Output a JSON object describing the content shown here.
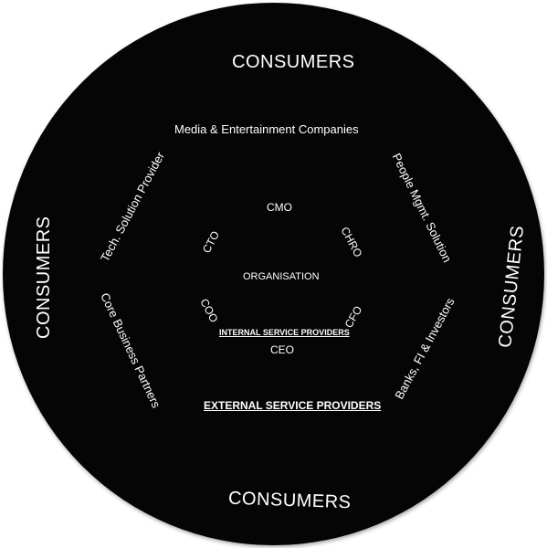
{
  "diagram": {
    "outer": {
      "top": "CONSUMERS",
      "bottom": "CONSUMERS",
      "left": "CONSUMERS",
      "right": "CONSUMERS"
    },
    "external_ring": {
      "top": "Media & Entertainment Companies",
      "upper_left": "Tech. Solution Provider",
      "lower_left": "Core Business Partners",
      "upper_right": "People Mgmt. Solution",
      "lower_right": "Banks, FI & Investors",
      "title": "EXTERNAL SERVICE PROVIDERS"
    },
    "internal_ring": {
      "cmo": "CMO",
      "chro": "CHRO",
      "cfo": "CFO",
      "ceo": "CEO",
      "coo": "COO",
      "cto": "CTO",
      "title": "INTERNAL SERVICE PROVIDERS"
    },
    "center": "ORGANISATION"
  }
}
